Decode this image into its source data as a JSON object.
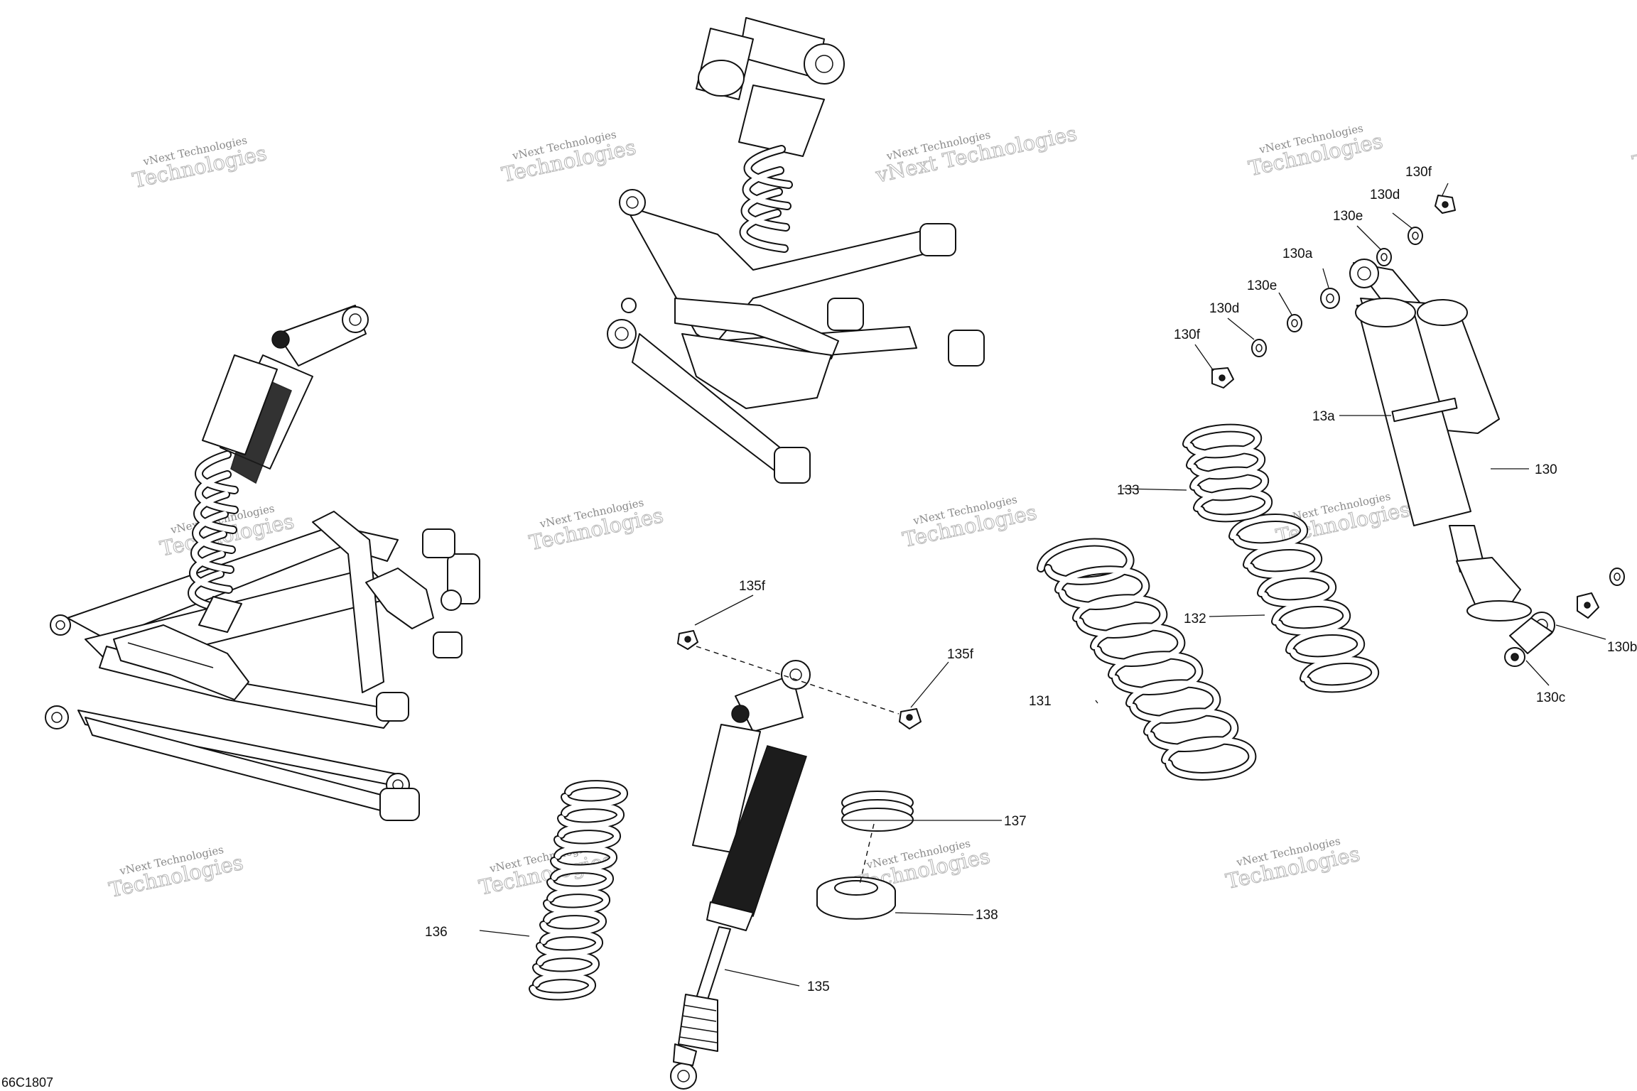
{
  "drawing_id": "66C1807",
  "watermark": {
    "line1": "vNext Technologies",
    "line2": "Technologies"
  },
  "callouts": {
    "c130": "130",
    "c130a": "130a",
    "c130b": "130b",
    "c130c": "130c",
    "c130d_upper": "130d",
    "c130d_lower": "130d",
    "c130e_upper": "130e",
    "c130e_lower": "130e",
    "c130f_upper": "130f",
    "c130f_lower": "130f",
    "c13a": "13a",
    "c131": "131",
    "c132": "132",
    "c133": "133",
    "c135": "135",
    "c135f_left": "135f",
    "c135f_right": "135f",
    "c136": "136",
    "c137": "137",
    "c138": "138"
  },
  "icons": [
    "shock-absorber-icon",
    "coil-spring-icon",
    "a-arm-icon",
    "nut-icon",
    "washer-icon"
  ]
}
